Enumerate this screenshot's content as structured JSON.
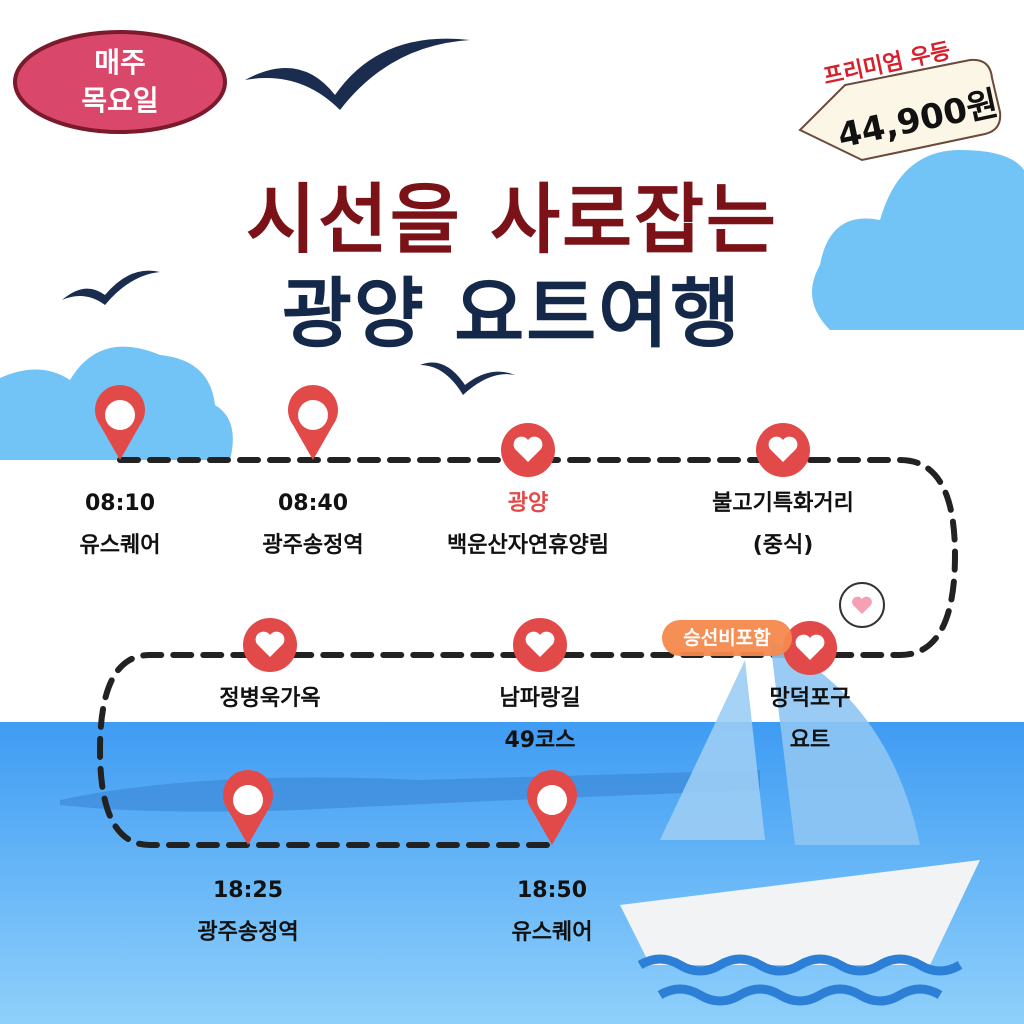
{
  "badge": {
    "line1": "매주",
    "line2": "목요일"
  },
  "price": {
    "promo": "프리미엄 우등",
    "amount": "44,900원"
  },
  "title": {
    "line1": "시선을 사로잡는",
    "line2": "광양 요트여행"
  },
  "tag": "승선비포함",
  "stops": [
    {
      "time": "08:10",
      "name": "유스퀘어",
      "icon": "pin-icon"
    },
    {
      "time": "08:40",
      "name": "광주송정역",
      "icon": "pin-icon"
    },
    {
      "highlight": "광양",
      "name": "백운산자연휴양림",
      "icon": "heart-icon"
    },
    {
      "name": "불고기특화거리",
      "note": "(중식)",
      "icon": "heart-icon"
    },
    {
      "name": "망덕포구",
      "note": "요트",
      "icon": "heart-icon"
    },
    {
      "name": "남파랑길",
      "note": "49코스",
      "icon": "heart-icon"
    },
    {
      "name": "정병욱가옥",
      "icon": "heart-icon"
    },
    {
      "time": "18:25",
      "name": "광주송정역",
      "icon": "pin-icon"
    },
    {
      "time": "18:50",
      "name": "유스퀘어",
      "icon": "pin-icon"
    }
  ],
  "colors": {
    "title_red": "#7a1218",
    "title_navy": "#14284a",
    "pin": "#e24a4a",
    "sea": "#4aa8f5",
    "tag": "#f58a4e"
  }
}
